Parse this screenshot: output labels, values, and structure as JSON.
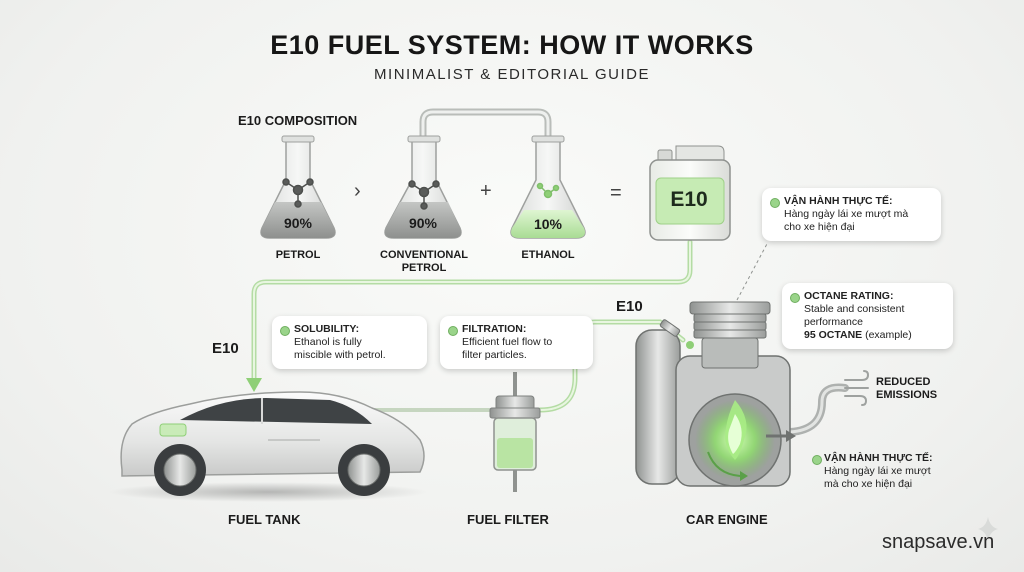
{
  "title": "E10 FUEL SYSTEM: HOW IT WORKS",
  "subtitle": "MINIMALIST & EDITORIAL GUIDE",
  "composition": {
    "heading": "E10 COMPOSITION",
    "flasks": [
      {
        "percent": "90%",
        "label_line1": "PETROL",
        "label_line2": ""
      },
      {
        "percent": "90%",
        "label_line1": "CONVENTIONAL",
        "label_line2": "PETROL"
      },
      {
        "percent": "10%",
        "label_line1": "ETHANOL",
        "label_line2": ""
      }
    ],
    "operators": {
      "arrow": "›",
      "plus": "+",
      "equals": "="
    },
    "result": "E10"
  },
  "bubbles": {
    "vanhanh_top": {
      "title": "VẬN HÀNH THỰC TẾ:",
      "line1": "Hàng ngày lái xe mượt mà",
      "line2": "cho xe hiện đại"
    },
    "octane": {
      "title": "OCTANE RATING:",
      "line1": "Stable and consistent",
      "line2": "performance",
      "bold": "95 OCTANE",
      "suffix": " (example)"
    },
    "solubility": {
      "title": "SOLUBILITY:",
      "line1": "Ethanol is fully",
      "line2": "miscible with petrol."
    },
    "filtration": {
      "title": "FILTRATION:",
      "line1": "Efficient fuel flow to",
      "line2": "filter particles."
    },
    "vanhanh_bottom": {
      "title": "VẬN HÀNH THỰC TẾ:",
      "line1": "Hàng ngày lái xe mượt",
      "line2": "mà cho xe hiện đại"
    }
  },
  "flow_labels": {
    "tank_in": "E10",
    "engine_in": "E10"
  },
  "emissions": {
    "line1": "REDUCED",
    "line2": "EMISSIONS"
  },
  "components": {
    "tank": "FUEL TANK",
    "filter": "FUEL FILTER",
    "engine": "CAR ENGINE"
  },
  "brand": "snapsave.vn",
  "colors": {
    "accent": "#9ad48a",
    "accent_dark": "#6fae5f",
    "liquid_grey": "#a9aba9",
    "liquid_green": "#c9ecb9"
  },
  "icons": [
    "molecule-icon",
    "fuel-can-icon",
    "car-icon",
    "fuel-filter-icon",
    "engine-icon",
    "flame-icon",
    "wind-icon",
    "sparkle-icon"
  ]
}
